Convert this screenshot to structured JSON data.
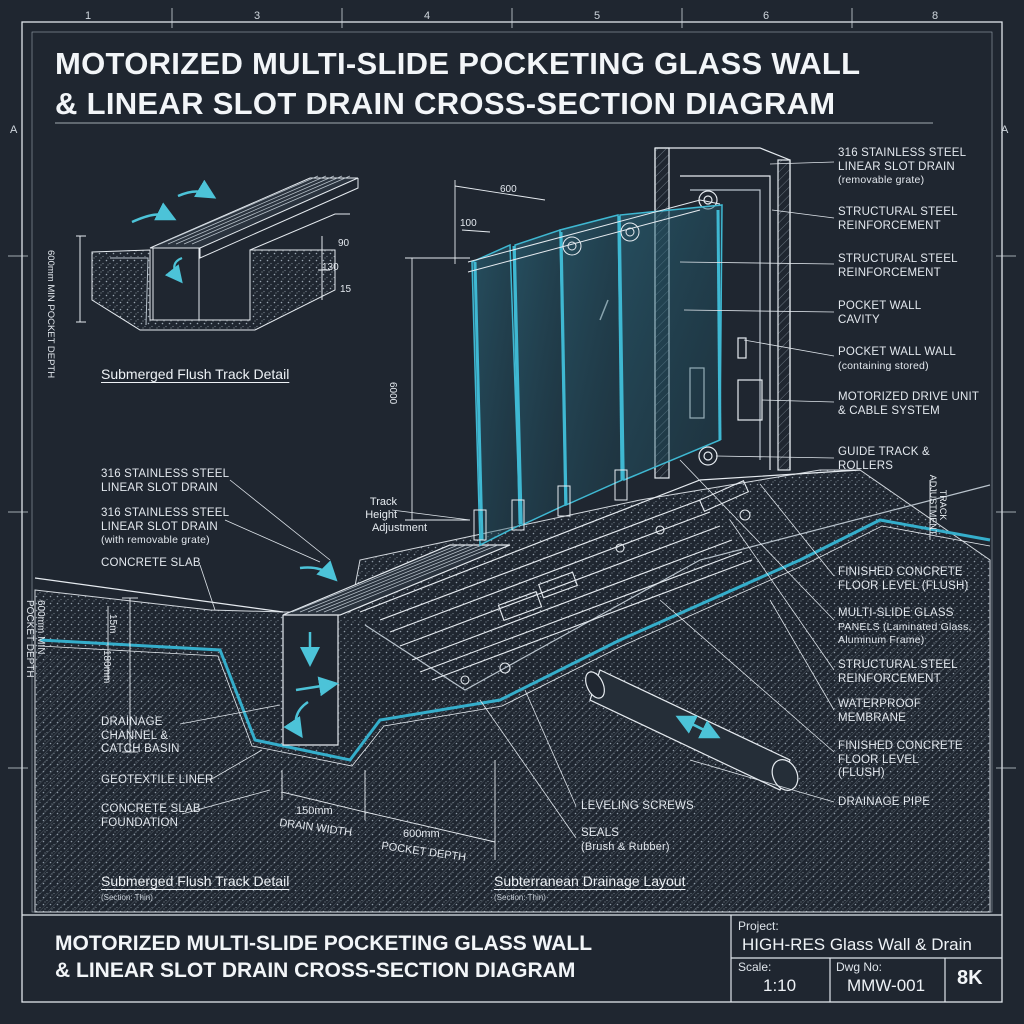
{
  "title": {
    "line1": "MOTORIZED MULTI-SLIDE POCKETING GLASS WALL",
    "line2": "& LINEAR SLOT DRAIN CROSS-SECTION DIAGRAM"
  },
  "grid_columns": [
    "1",
    "3",
    "4",
    "5",
    "6",
    "8"
  ],
  "grid_rows": [
    "A",
    "A"
  ],
  "right_callouts": [
    {
      "line1": "316 STAINLESS STEEL",
      "line2": "LINEAR SLOT DRAIN",
      "line3": "(removable grate)"
    },
    {
      "line1": "STRUCTURAL STEEL",
      "line2": "REINFORCEMENT",
      "line3": ""
    },
    {
      "line1": "STRUCTURAL STEEL",
      "line2": "REINFORCEMENT",
      "line3": ""
    },
    {
      "line1": "POCKET WALL",
      "line2": "CAVITY",
      "line3": ""
    },
    {
      "line1": "POCKET WALL WALL",
      "line2": "(containing stored)",
      "line3": ""
    },
    {
      "line1": "MOTORIZED DRIVE UNIT",
      "line2": "& CABLE SYSTEM",
      "line3": ""
    },
    {
      "line1": "GUIDE TRACK &",
      "line2": "ROLLERS",
      "line3": ""
    },
    {
      "line1": "FINISHED CONCRETE",
      "line2": "FLOOR LEVEL (FLUSH)",
      "line3": ""
    },
    {
      "line1": "MULTI-SLIDE GLASS",
      "line2": "PANELS (Laminated Glass,",
      "line3": "Aluminum Frame)"
    },
    {
      "line1": "STRUCTURAL STEEL",
      "line2": "REINFORCEMENT",
      "line3": ""
    },
    {
      "line1": "WATERPROOF",
      "line2": "MEMBRANE",
      "line3": ""
    },
    {
      "line1": "FINISHED CONCRETE",
      "line2": "FLOOR LEVEL",
      "line3": "(FLUSH)"
    },
    {
      "line1": "DRAINAGE PIPE",
      "line2": "",
      "line3": ""
    }
  ],
  "left_callouts": [
    {
      "line1": "316 STAINLESS STEEL",
      "line2": "LINEAR SLOT DRAIN",
      "line3": ""
    },
    {
      "line1": "316 STAINLESS STEEL",
      "line2": "LINEAR SLOT DRAIN",
      "line3": "(with removable grate)"
    },
    {
      "line1": "CONCRETE SLAB",
      "line2": "",
      "line3": ""
    },
    {
      "line1": "DRAINAGE",
      "line2": "CHANNEL &",
      "line3": "CATCH BASIN"
    },
    {
      "line1": "GEOTEXTILE LINER",
      "line2": "",
      "line3": ""
    },
    {
      "line1": "CONCRETE SLAB",
      "line2": "FOUNDATION",
      "line3": ""
    }
  ],
  "bottom_callouts": {
    "leveling": "LEVELING SCREWS",
    "seals1": "SEALS",
    "seals2": "(Brush & Rubber)"
  },
  "track_height": {
    "line1": "Track",
    "line2": "Height",
    "line3": "Adjustment"
  },
  "track_adjustment": {
    "line1": "TRACK",
    "line2": "ADJUSTMENT"
  },
  "dimensions": {
    "d600": "600",
    "d100": "100",
    "d6000": "6000",
    "detail_depth": "600mm MIN POCKET DEPTH",
    "detail_90": "90",
    "detail_130": "130",
    "detail_15": "15",
    "main_depth_line1": "600mm MIN",
    "main_depth_line2": "POCKET DEPTH",
    "main_15": "15m",
    "main_180": "180mm",
    "drain_width_val": "150mm",
    "drain_width_lbl": "DRAIN WIDTH",
    "pocket_depth_val": "600mm",
    "pocket_depth_lbl": "POCKET DEPTH"
  },
  "captions": {
    "detail_top": "Submerged Flush Track Detail",
    "detail_bottom": "Submerged Flush Track Detail",
    "detail_bottom_sub": "(Section: Thin)",
    "drainage": "Subterranean Drainage Layout",
    "drainage_sub": "(Section: Thin)"
  },
  "title_block": {
    "title_line1": "MOTORIZED MULTI-SLIDE POCKETING GLASS WALL",
    "title_line2": "& LINEAR SLOT DRAIN CROSS-SECTION DIAGRAM",
    "project_label": "Project:",
    "project_value": "HIGH-RES Glass Wall & Drain",
    "scale_label": "Scale:",
    "scale_value": "1:10",
    "dwg_label": "Dwg No:",
    "dwg_value": "MMW-001",
    "resolution": "8K"
  },
  "colors": {
    "background": "#1f2630",
    "linework": "#e6ebf0",
    "glass": "#3fb8d2",
    "membrane": "#35aecb",
    "arrow": "#4cc3d8"
  }
}
